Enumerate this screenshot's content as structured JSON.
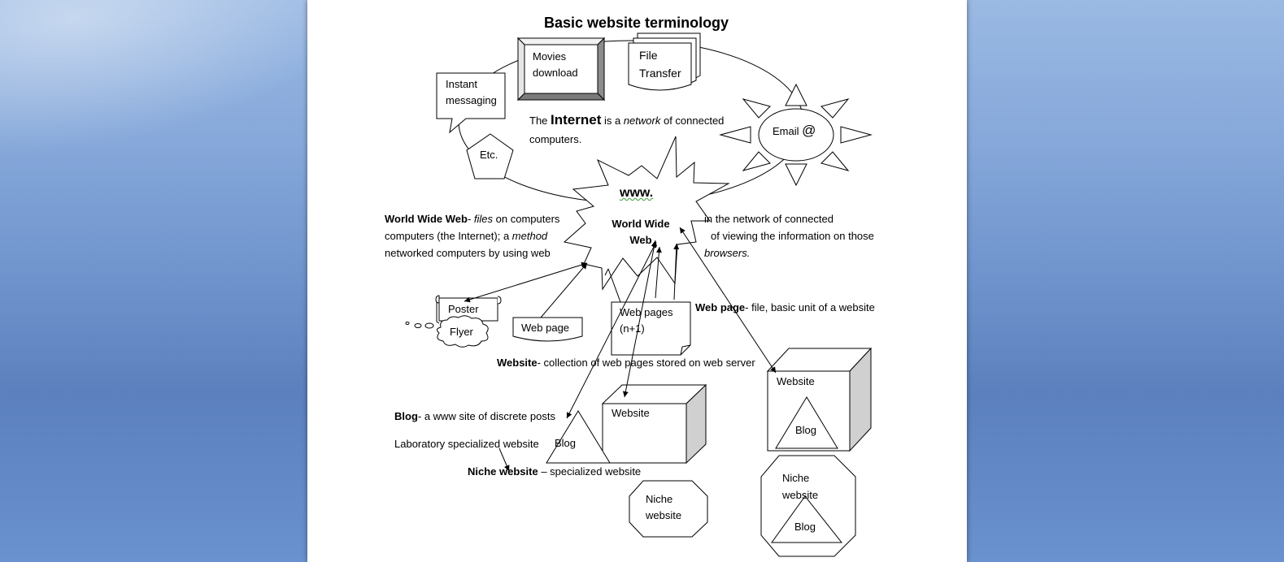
{
  "title": "Basic website terminology",
  "nodes": {
    "movies": [
      "Movies",
      "download"
    ],
    "file_transfer": [
      "File",
      "Transfer"
    ],
    "instant_messaging": [
      "Instant",
      "messaging"
    ],
    "etc": "Etc.",
    "email": "Email",
    "email_at": "@",
    "www": "www.",
    "wwweb": [
      "World Wide",
      "Web"
    ],
    "poster": "Poster",
    "flyer": "Flyer",
    "web_page": "Web page",
    "web_pages": [
      "Web pages",
      "(n+1)"
    ],
    "website_center": "Website",
    "website_right": "Website",
    "blog_left": "Blog",
    "blog_right": "Blog",
    "blog_octagon": "Blog",
    "niche_small": [
      "Niche",
      "website"
    ],
    "niche_big": [
      "Niche",
      "website"
    ]
  },
  "texts": {
    "internet_pre": "The ",
    "internet_word": "Internet",
    "internet_mid": " is a ",
    "internet_network": "network",
    "internet_post": " of connected",
    "internet_line2": "computers.",
    "www_def_term": "World Wide Web",
    "www_def_dash": "- ",
    "www_def_files": "files",
    "www_def_l1": " on computers",
    "www_def_l1_right": "in the network of connected",
    "www_def_l2": "computers (the Internet); a ",
    "www_def_method": "method",
    "www_def_l2_right": "of viewing the information on those",
    "www_def_l3": "networked computers by using web",
    "www_def_browsers": "browsers.",
    "webpage_term": "Web page",
    "webpage_def": "- file, basic unit of a website",
    "website_term": "Website",
    "website_def": "- collection of web pages stored on web server",
    "blog_term": "Blog",
    "blog_def": "- a www site of discrete posts",
    "lab": "Laboratory specialized website",
    "niche_term": "Niche website",
    "niche_def": " – specialized website"
  }
}
